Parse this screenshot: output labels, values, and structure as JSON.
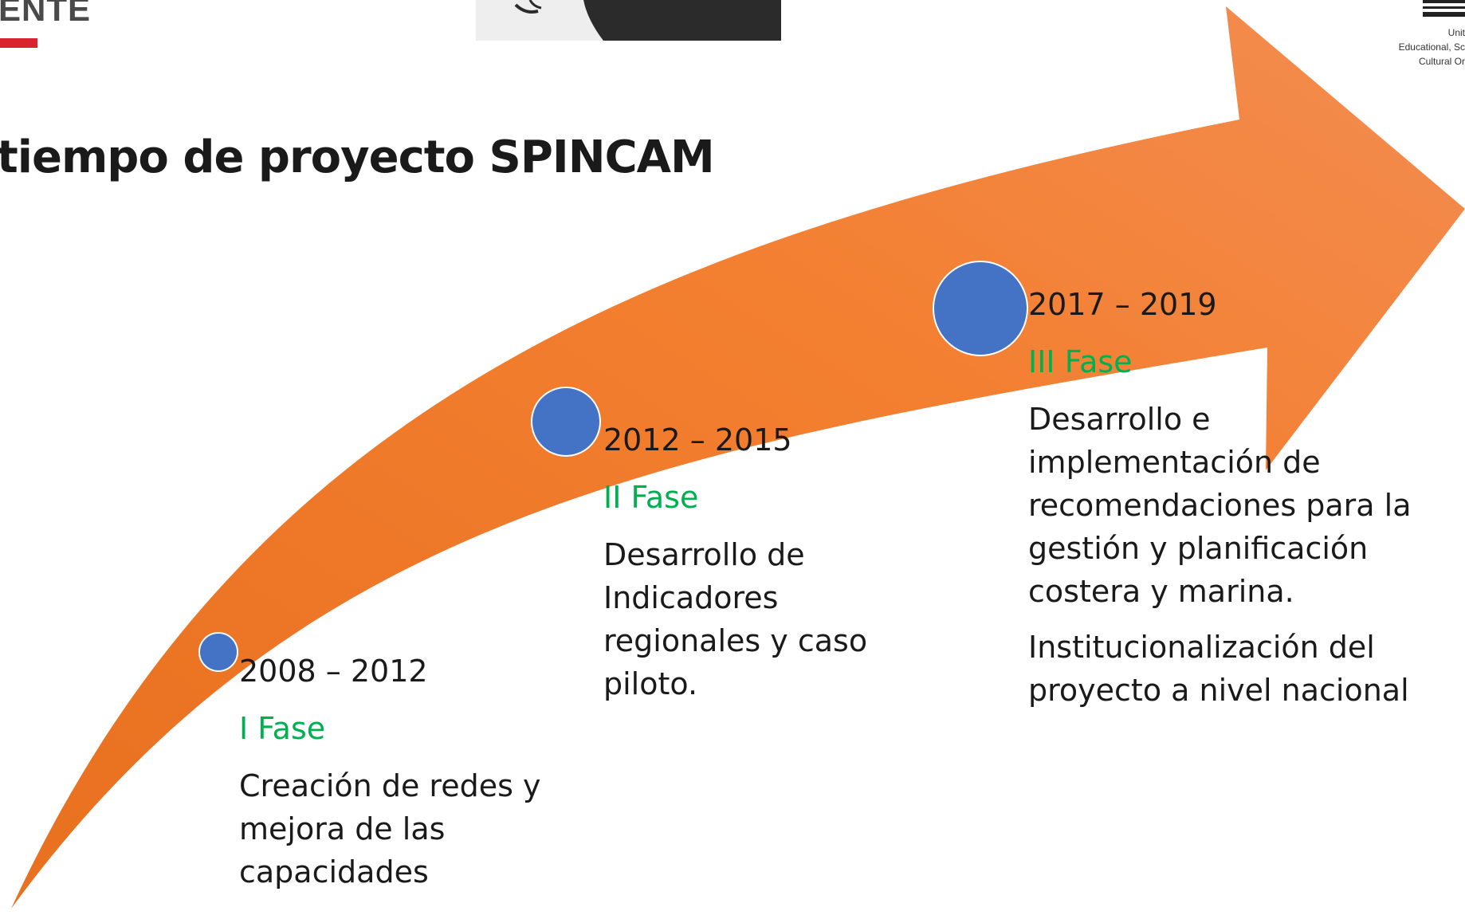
{
  "slide": {
    "title": "tiempo de proyecto SPINCAM"
  },
  "logos": {
    "left_text": "ENTE",
    "right_lines": [
      "Unit",
      "Educational, Sc",
      "Cultural Or"
    ]
  },
  "colors": {
    "arrow": "#f07f32",
    "marker": "#4472c4",
    "phase_label": "#00b050",
    "accent_red": "#d9232e"
  },
  "timeline": [
    {
      "years": "2008 – 2012",
      "phase": "I Fase",
      "description": "Creación de redes y mejora de las capacidades"
    },
    {
      "years": "2012 – 2015",
      "phase": "II Fase",
      "description": "Desarrollo de Indicadores regionales y caso piloto."
    },
    {
      "years": "2017 – 2019",
      "phase": "III Fase",
      "description": "Desarrollo e implementación de recomendaciones  para la gestión y  planificación costera  y marina.",
      "description_2": "Institucionalización del proyecto a nivel nacional"
    }
  ]
}
